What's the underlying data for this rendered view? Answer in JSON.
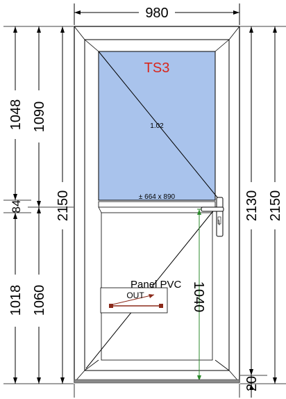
{
  "dimensions": {
    "width_top": "980",
    "left_1048": "1048",
    "left_1090": "1090",
    "left_84": "84",
    "left_2150": "2150",
    "left_1018": "1018",
    "left_1060": "1060",
    "right_2130": "2130",
    "right_2150": "2150",
    "right_20": "20",
    "handle_1040": "1040"
  },
  "glass": {
    "tag": "TS3",
    "area": "1.02",
    "size": "± 664 x 890",
    "color": "#a9c3ec"
  },
  "panel": {
    "label": "Panel PVC",
    "direction": "OUT"
  },
  "colors": {
    "tag_red": "#d8261c",
    "dim_green": "#2b8a2b",
    "arrow_brown": "#8b2a1a",
    "threshold": "#8a8a8a"
  }
}
